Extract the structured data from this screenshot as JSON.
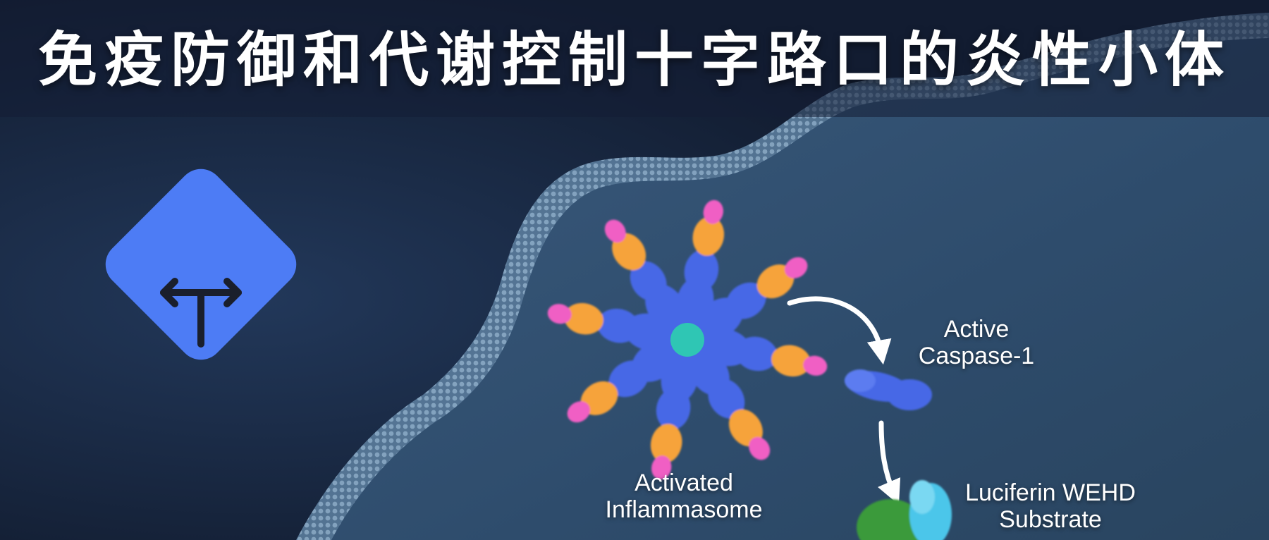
{
  "title": "免疫防御和代谢控制十字路口的炎性小体",
  "badge": {
    "icon": "fork-road-icon",
    "color": "#4d7cf5"
  },
  "labels": {
    "caspase": [
      "Active",
      "Caspase-1"
    ],
    "inflammasome": [
      "Activated",
      "Inflammasome"
    ],
    "substrate": [
      "Luciferin WEHD",
      "Substrate"
    ]
  },
  "colors": {
    "background": "#16233a",
    "membrane": "#4e6f8f",
    "protein_blue": "#4668e6",
    "protein_orange": "#f6a33a",
    "protein_pink": "#f05fc4",
    "core_teal": "#2fc6b4",
    "substrate_green": "#3a9a3a",
    "substrate_cyan": "#4cc6ea"
  }
}
